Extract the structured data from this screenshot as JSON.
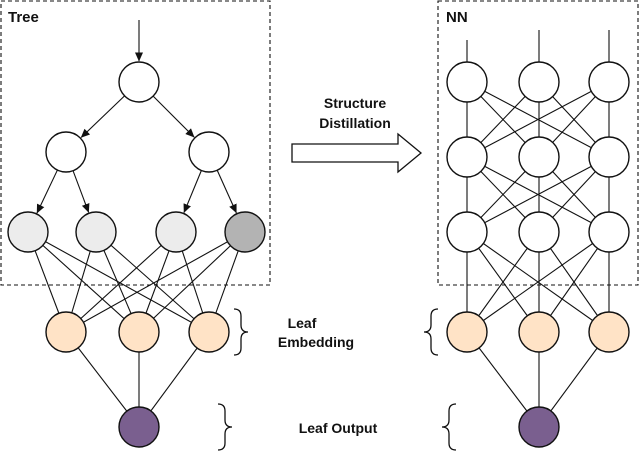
{
  "labels": {
    "tree": "Tree",
    "nn": "NN",
    "arrow_line1": "Structure",
    "arrow_line2": "Distillation",
    "leaf_embedding_line1": "Leaf",
    "leaf_embedding_line2": "Embedding",
    "leaf_output": "Leaf Output"
  },
  "colors": {
    "node_white": "#ffffff",
    "leaf_light": "#ececec",
    "leaf_selected": "#b3b3b3",
    "embedding_fill": "#ffe3c6",
    "embedding_stroke": "#d6a21e",
    "output_fill": "#7a5f8f",
    "line": "#111111"
  }
}
